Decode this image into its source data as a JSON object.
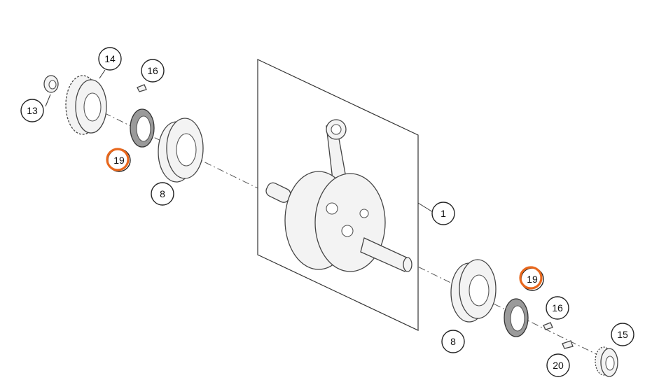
{
  "callouts": [
    {
      "label": "1",
      "highlight": false
    },
    {
      "label": "8",
      "highlight": false
    },
    {
      "label": "8",
      "highlight": false
    },
    {
      "label": "13",
      "highlight": false
    },
    {
      "label": "14",
      "highlight": false
    },
    {
      "label": "15",
      "highlight": false
    },
    {
      "label": "16",
      "highlight": false
    },
    {
      "label": "16",
      "highlight": false
    },
    {
      "label": "19",
      "highlight": true
    },
    {
      "label": "19",
      "highlight": true
    },
    {
      "label": "20",
      "highlight": false
    }
  ],
  "colors": {
    "highlight": "#e8671c",
    "line": "#333333"
  }
}
